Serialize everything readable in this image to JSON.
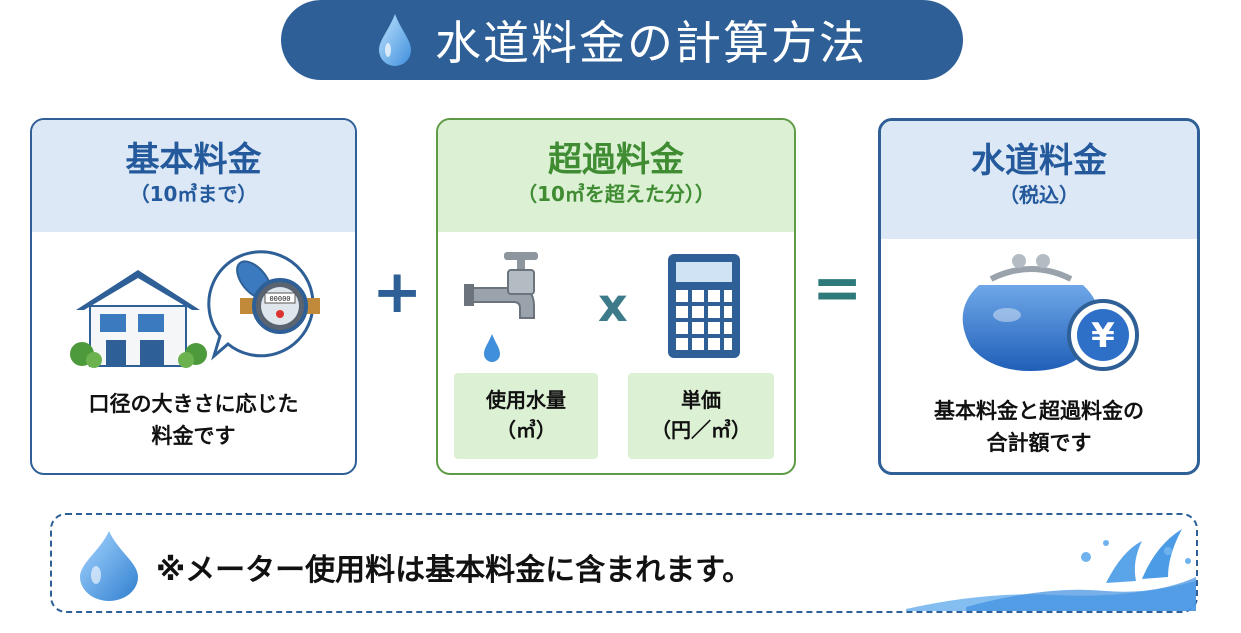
{
  "title": "水道料金の計算方法",
  "cards": {
    "basic": {
      "title": "基本料金",
      "sub": "（10㎥まで）",
      "desc1": "口径の大きさに応じた",
      "desc2": "料金です",
      "meter_reading": "00000"
    },
    "excess": {
      "title": "超過料金",
      "sub": "（10㎥を超えた分））",
      "usage_line1": "使用水量",
      "usage_line2": "（㎥）",
      "price_line1": "単価",
      "price_line2": "（円／㎥）"
    },
    "total": {
      "title": "水道料金",
      "sub": "（税込）",
      "desc1": "基本料金と超過料金の",
      "desc2": "合計額です",
      "yen": "¥"
    }
  },
  "operators": {
    "plus": "+",
    "times": "x",
    "equals": "="
  },
  "note": "※メーター使用料は基本料金に含まれます。",
  "colors": {
    "navy": "#2e5f96",
    "green": "#5f9b45",
    "light_blue": "#dce8f6",
    "light_green": "#dcf0d4"
  }
}
